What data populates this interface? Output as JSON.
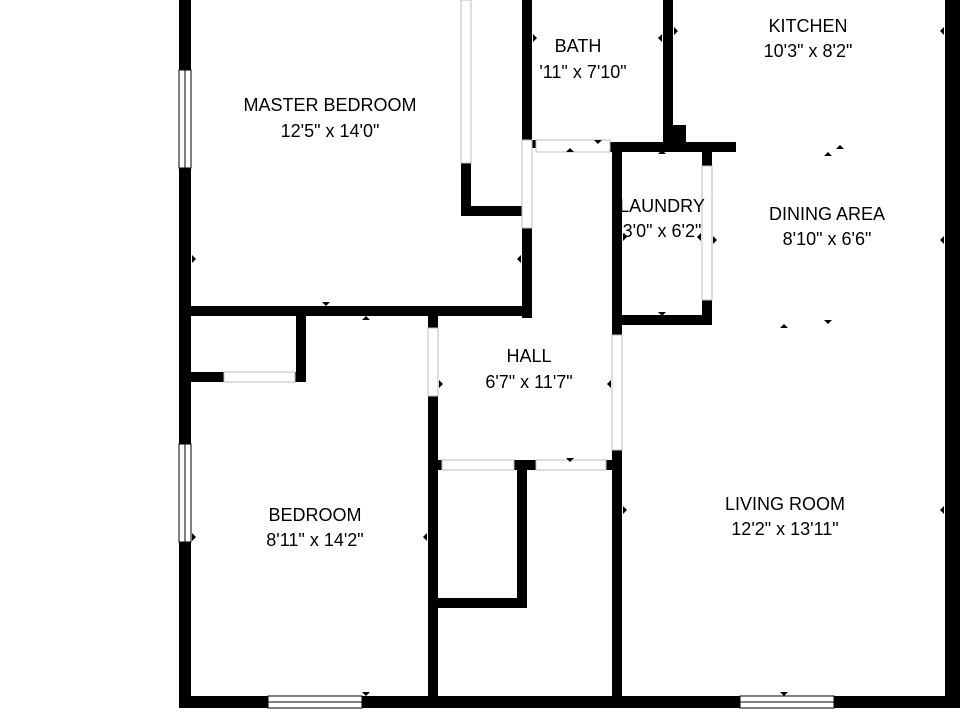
{
  "rooms": {
    "master_bedroom": {
      "name": "MASTER BEDROOM",
      "dims": "12'5\" x 14'0\""
    },
    "bath": {
      "name": "BATH",
      "dims": "'11\" x 7'10\""
    },
    "kitchen": {
      "name": "KITCHEN",
      "dims": "10'3\" x 8'2\""
    },
    "laundry": {
      "name": "LAUNDRY",
      "dims": "3'0\" x 6'2\""
    },
    "dining_area": {
      "name": "DINING AREA",
      "dims": "8'10\" x 6'6\""
    },
    "hall": {
      "name": "HALL",
      "dims": "6'7\" x 11'7\""
    },
    "bedroom": {
      "name": "BEDROOM",
      "dims": "8'11\" x 14'2\""
    },
    "living_room": {
      "name": "LIVING ROOM",
      "dims": "12'2\" x 13'11\""
    }
  },
  "colors": {
    "wall": "#000000",
    "background": "#ffffff",
    "door_opening": "#bdbdbd"
  }
}
